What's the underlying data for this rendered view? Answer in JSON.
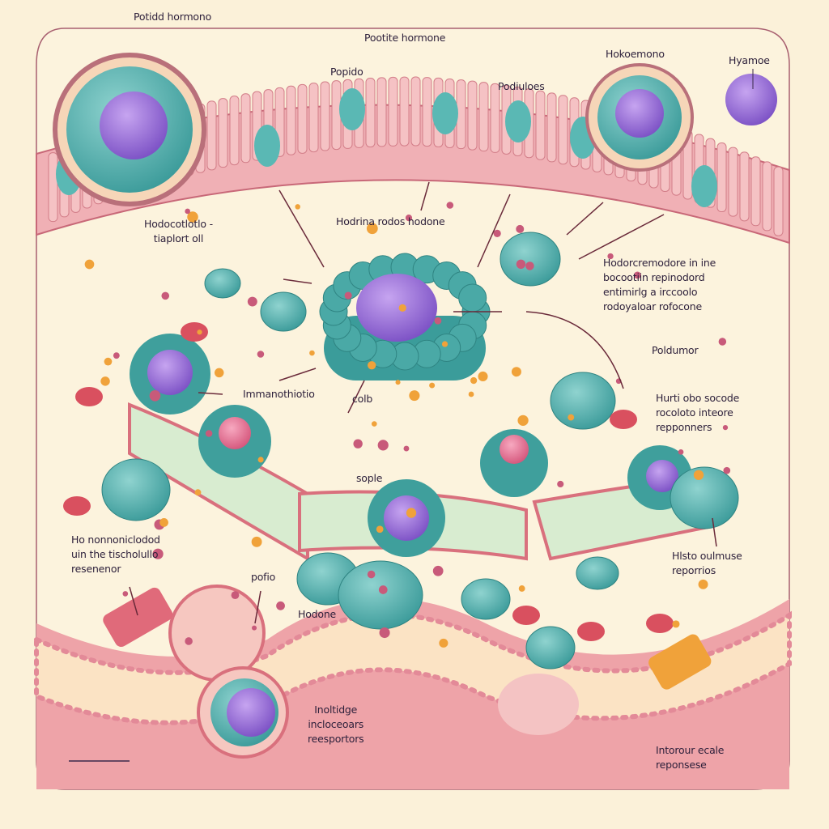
{
  "labels": {
    "top_left_title": "Potidd hormono",
    "top_center_title": "Pootite hormone",
    "popido": "Popido",
    "podiuloes": "Podiuloes",
    "hokoemono": "Hokoemono",
    "hyamoe": "Hyamoe",
    "left_cell": [
      "Hodocotlotlo -",
      "tiaplort oll"
    ],
    "center_top": "Hodrina rodos hodone",
    "right_block": [
      "Hodorcremodore in ine",
      "bocootiin repinodord",
      "entimirlg a irccoolo",
      "rodoyaloar rofocone"
    ],
    "poldumor": "Poldumor",
    "immanothiotio": "Immanothiotio",
    "colb": "colb",
    "right_middle": [
      "Hurti obo socode",
      "rocoloto inteore",
      "repponners"
    ],
    "sople": "sople",
    "left_bottom": [
      "Ho nonnoniclodod",
      "uin the tischolullo",
      "resenenor"
    ],
    "right_bottom": [
      "Hlsto oulmuse",
      "reporrios"
    ],
    "pofio": "pofio",
    "hodone": "Hodone",
    "bottom_center": [
      "Inoltidge",
      "incloceoars",
      "reesportors"
    ],
    "bottom_right": [
      "Intorour ecale",
      "reponsese"
    ]
  },
  "colors": {
    "background": "#fbf1d9",
    "membrane": "#e9a0a8",
    "cell_teal": "#4fb3b0",
    "nucleus": "#9a6cd6",
    "hormone_orange": "#f0a23a",
    "blood_red": "#d9505f",
    "tissue_pink": "#f2b5b5",
    "text": "#2c1f3a"
  }
}
